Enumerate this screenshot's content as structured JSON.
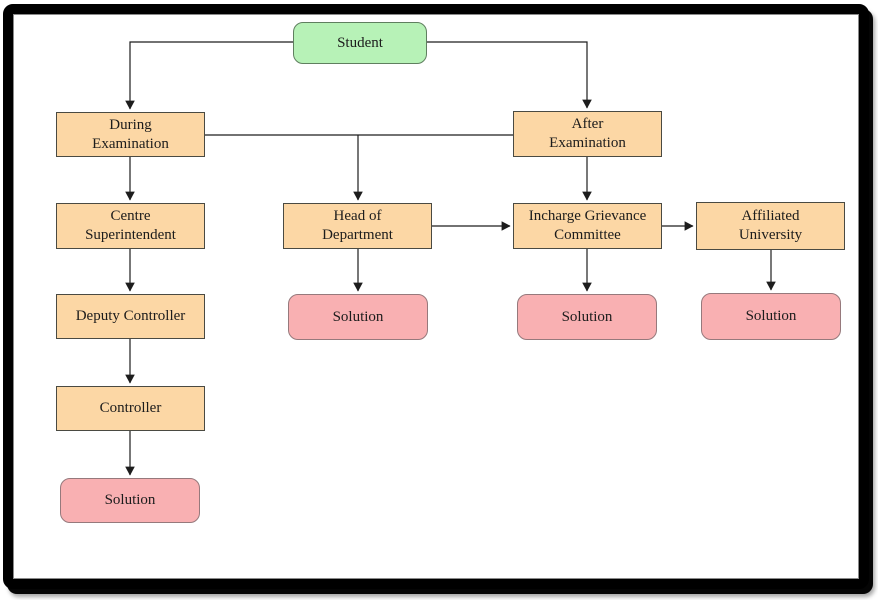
{
  "diagram": {
    "kind": "flowchart",
    "subject": "student-grievance-redressal"
  },
  "palette": {
    "process_fill": "#fcd7a5",
    "process_border": "#4a4a42",
    "start_fill": "#b7f2b7",
    "start_border": "#5f7f5f",
    "terminal_fill": "#f9b0b2",
    "terminal_border": "#96797c",
    "edge_color": "#1d1d1d",
    "text_color": "#1c1c1c",
    "frame_border": "#000000",
    "page_background": "#ffffff"
  },
  "nodes": {
    "student": "Student",
    "during_examination": "During\nExamination",
    "after_examination": "After\nExamination",
    "centre_superintendent": "Centre\nSuperintendent",
    "head_of_department": "Head of\nDepartment",
    "incharge_grievance_committee": "Incharge Grievance\nCommittee",
    "affiliated_university": "Affiliated\nUniversity",
    "deputy_controller": "Deputy Controller",
    "controller": "Controller",
    "solution_controller": "Solution",
    "solution_head_of_department": "Solution",
    "solution_incharge_grievance": "Solution",
    "solution_affiliated_university": "Solution"
  },
  "edges": [
    {
      "from": "student",
      "to": "during_examination"
    },
    {
      "from": "student",
      "to": "after_examination"
    },
    {
      "from": "during_examination",
      "to": "centre_superintendent"
    },
    {
      "from": "during_examination",
      "to": "head_of_department"
    },
    {
      "from": "after_examination",
      "to": "head_of_department"
    },
    {
      "from": "after_examination",
      "to": "incharge_grievance_committee"
    },
    {
      "from": "centre_superintendent",
      "to": "deputy_controller"
    },
    {
      "from": "deputy_controller",
      "to": "controller"
    },
    {
      "from": "controller",
      "to": "solution_controller"
    },
    {
      "from": "head_of_department",
      "to": "solution_head_of_department"
    },
    {
      "from": "head_of_department",
      "to": "incharge_grievance_committee"
    },
    {
      "from": "incharge_grievance_committee",
      "to": "solution_incharge_grievance"
    },
    {
      "from": "incharge_grievance_committee",
      "to": "affiliated_university"
    },
    {
      "from": "affiliated_university",
      "to": "solution_affiliated_university"
    }
  ]
}
